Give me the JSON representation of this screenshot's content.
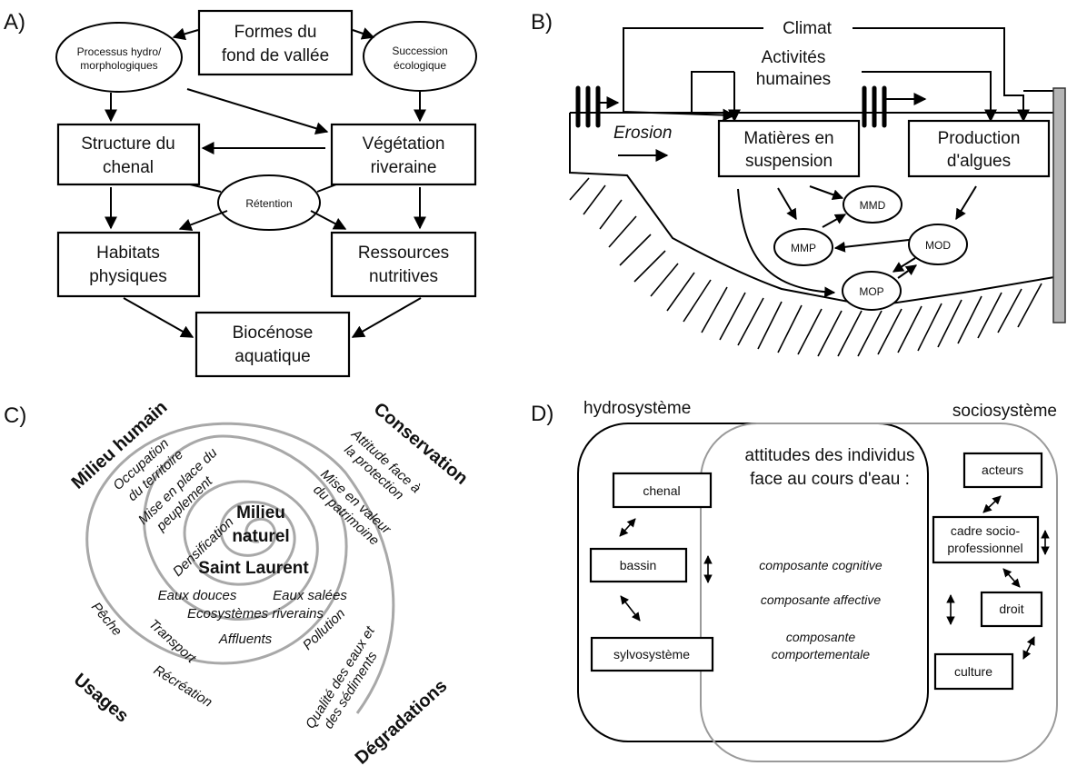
{
  "panels": {
    "a": {
      "label": "A)",
      "nodes": {
        "formes": [
          "Formes du",
          "fond de vallée"
        ],
        "processus": [
          "Processus hydro/",
          "morphologiques"
        ],
        "succession": [
          "Succession",
          "écologique"
        ],
        "structure": [
          "Structure du",
          "chenal"
        ],
        "vegetation": [
          "Végétation",
          "riveraine"
        ],
        "retention": "Rétention",
        "habitats": [
          "Habitats",
          "physiques"
        ],
        "ressources": [
          "Ressources",
          "nutritives"
        ],
        "biocenose": [
          "Biocénose",
          "aquatique"
        ]
      }
    },
    "b": {
      "label": "B)",
      "climat": "Climat",
      "activites": [
        "Activités",
        "humaines"
      ],
      "erosion": "Erosion",
      "matieres": [
        "Matières en",
        "suspension"
      ],
      "production": [
        "Production",
        "d'algues"
      ],
      "mmd": "MMD",
      "mmp": "MMP",
      "mod": "MOD",
      "mop": "MOP"
    },
    "c": {
      "label": "C)",
      "milieu_humain": "Milieu humain",
      "conservation": "Conservation",
      "usages": "Usages",
      "degradations": "Dégradations",
      "occupation": [
        "Occupation",
        "du territoire"
      ],
      "mise_place": [
        "Mise en place du",
        "peuplement"
      ],
      "densification": "Densification",
      "attitude": [
        "Attitude face à",
        "la protection"
      ],
      "mise_valeur": [
        "Mise en valeur",
        "du patrimoine"
      ],
      "milieu_naturel": [
        "Milieu",
        "naturel"
      ],
      "saint_laurent": "Saint Laurent",
      "eaux_douces": "Eaux douces",
      "eaux_salees": "Eaux salées",
      "ecosystemes": "Ecosystèmes riverains",
      "affluents": "Affluents",
      "peche": "Pêche",
      "transport": "Transport",
      "recreation": "Récréation",
      "pollution": "Pollution",
      "qualite": [
        "Qualité des eaux et",
        "des sédiments"
      ]
    },
    "d": {
      "label": "D)",
      "hydrosysteme": "hydrosystème",
      "sociosysteme": "sociosystème",
      "attitudes": [
        "attitudes des individus",
        "face au cours d'eau :"
      ],
      "cognitive": "composante cognitive",
      "affective": "composante affective",
      "comportementale": [
        "composante",
        "comportementale"
      ],
      "chenal": "chenal",
      "bassin": "bassin",
      "sylvosysteme": "sylvosystème",
      "acteurs": "acteurs",
      "cadre": [
        "cadre socio-",
        "professionnel"
      ],
      "droit": "droit",
      "culture": "culture"
    }
  },
  "colors": {
    "ink": "#000000",
    "spiral": "#a8a8a8",
    "pillar": "#b5b5b5"
  }
}
